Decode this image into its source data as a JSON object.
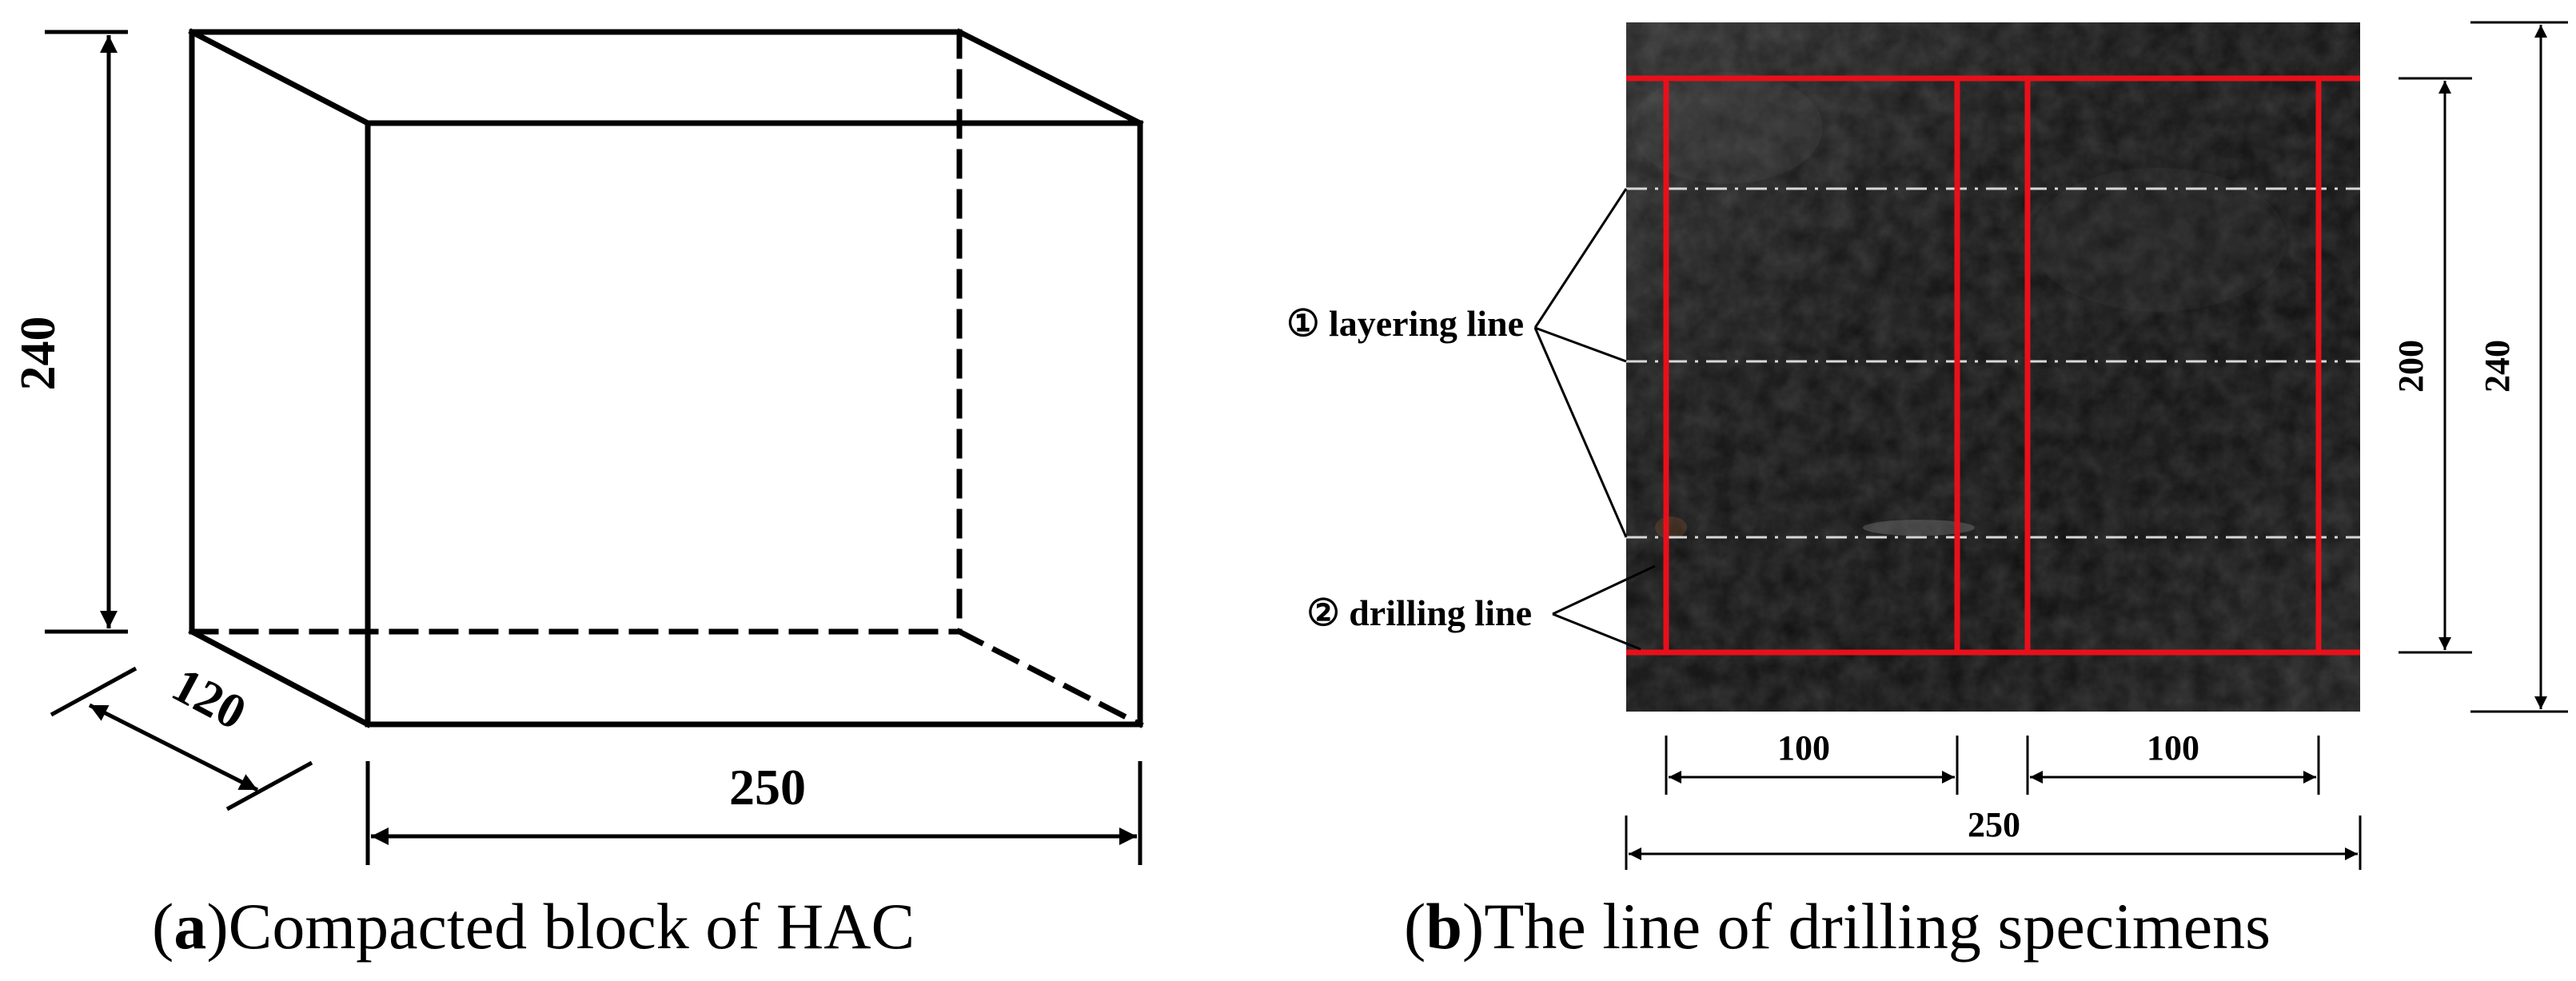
{
  "panel_a": {
    "caption_letter": "a",
    "caption_text": "Compacted block of HAC",
    "dim_height": "240",
    "dim_depth": "120",
    "dim_width": "250"
  },
  "panel_b": {
    "caption_letter": "b",
    "caption_text": "The line of drilling specimens",
    "label_layering": "① layering line",
    "label_drilling": "② drilling line",
    "dim_left_width": "100",
    "dim_right_width": "100",
    "dim_total_width": "250",
    "dim_inner_height": "200",
    "dim_total_height": "240"
  },
  "colors": {
    "line": "#000000",
    "drill_line": "#e8101a",
    "layer_line": "#d8d8d8",
    "specimen_dark": "#1c1c1c"
  }
}
